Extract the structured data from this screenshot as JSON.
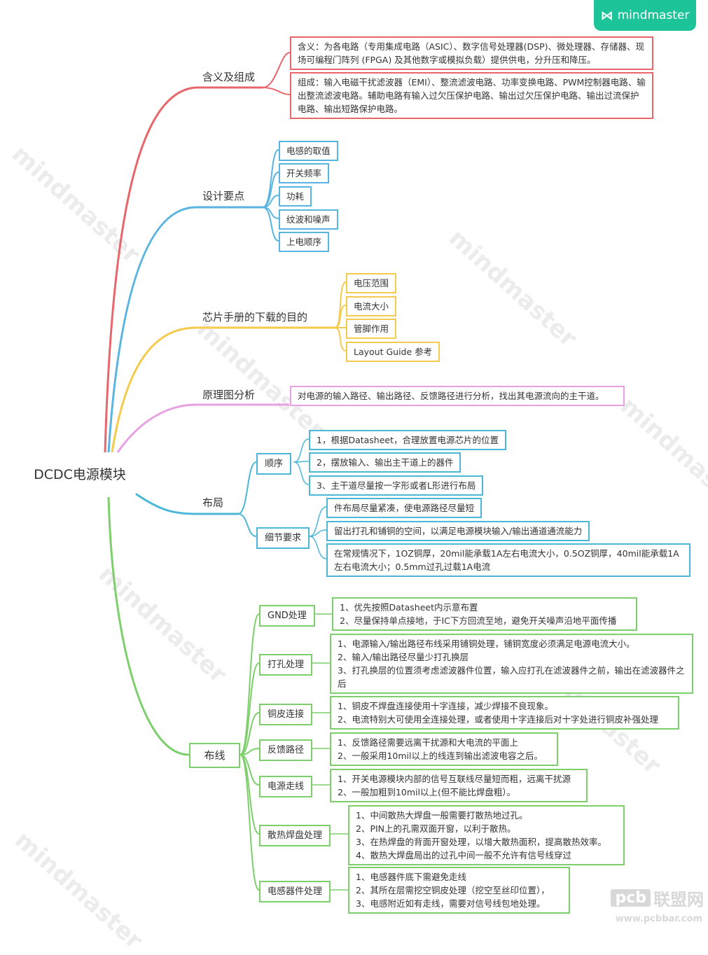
{
  "root": {
    "label": "DCDC电源模块"
  },
  "brand": {
    "name": "mindmaster",
    "watermark": "mindmaster"
  },
  "corner_watermark": {
    "badge": "pcb",
    "text": "联盟网",
    "url": "www.pcbbar.com"
  },
  "colors": {
    "red": "#e8666b",
    "blue": "#58b4e0",
    "yellow": "#f4cb4d",
    "pink": "#e8a0e0",
    "cyan": "#4bb8d8",
    "green": "#7ccf6a",
    "brand": "#1dc49a"
  },
  "branches": {
    "meaning": {
      "label": "含义及组成",
      "items": [
        "含义：为各电路（专用集成电路（ASIC）、数字信号处理器(DSP)、微处理器、存储器、现场可编程门阵列 (FPGA) 及其他数字或模拟负载）提供供电，分升压和降压。",
        "组成：输入电磁干扰滤波器（EMI）、整流滤波电路、功率变换电路、PWM控制器电路、输出整流滤波电路。辅助电路有输入过欠压保护电路、输出过欠压保护电路、输出过流保护电路、输出短路保护电路。"
      ]
    },
    "design": {
      "label": "设计要点",
      "items": [
        "电感的取值",
        "开关频率",
        "功耗",
        "纹波和噪声",
        "上电顺序"
      ]
    },
    "datasheet": {
      "label": "芯片手册的下载的目的",
      "items": [
        "电压范围",
        "电流大小",
        "管脚作用",
        "Layout Guide 参考"
      ]
    },
    "schematic": {
      "label": "原理图分析",
      "items": [
        "对电源的输入路径、输出路径、反馈路径进行分析，找出其电源流向的主干道。"
      ]
    },
    "layout": {
      "label": "布局",
      "order": {
        "label": "顺序",
        "items": [
          "1，根据Datasheet，合理放置电源芯片的位置",
          "2，摆放输入、输出主干道上的器件",
          "3、主干道尽量按一字形或者L形进行布局"
        ]
      },
      "detail": {
        "label": "细节要求",
        "items": [
          "件布局尽量紧凑，使电源路径尽量短",
          "留出打孔和铺铜的空间，以满足电源模块输入/输出通道通流能力",
          "在常规情况下，1OZ铜厚，20mil能承载1A左右电流大小，0.5OZ铜厚，40mil能承载1A左右电流大小；0.5mm过孔过载1A电流"
        ]
      }
    },
    "routing": {
      "label": "布线",
      "groups": [
        {
          "label": "GND处理",
          "lines": [
            "1、优先按照Datasheet内示意布置",
            "2、尽量保持单点接地，于IC下方回流至地，避免开关噪声沿地平面传播"
          ]
        },
        {
          "label": "打孔处理",
          "lines": [
            "1、电源输入/输出路径布线采用铺铜处理，铺铜宽度必须满足电源电流大小。",
            "2、输入/输出路径尽量少打孔换层",
            "3、打孔换层的位置须考虑滤波器件位置，输入应打孔在滤波器件之前，输出在滤波器件之后"
          ]
        },
        {
          "label": "铜皮连接",
          "lines": [
            "1、铜皮不焊盘连接使用十字连接，减少焊接不良现象。",
            "2、电流特别大可使用全连接处理，或者使用十字连接后对十字处进行铜皮补强处理"
          ]
        },
        {
          "label": "反馈路径",
          "lines": [
            "1、反馈路径需要远离干扰源和大电流的平面上",
            "2、一般采用10mil以上的线连到输出滤波电容之后。"
          ]
        },
        {
          "label": "电源走线",
          "lines": [
            "1、开关电源模块内部的信号互联线尽量短而粗，远离干扰源",
            "2、一般加粗到10mil以上(但不能比焊盘粗）。"
          ]
        },
        {
          "label": "散热焊盘处理",
          "lines": [
            "1、中间散热大焊盘一般需要打散热地过孔。",
            "2、PIN上的孔需双面开窗，以利于散热。",
            "3、在热焊盘的背面开窗处理，以增大散热面积，提高散热效率。",
            "4、散热大焊盘局出的过孔中间一般不允许有信号线穿过"
          ]
        },
        {
          "label": "电感器件处理",
          "lines": [
            "1、电感器件底下需避免走线",
            "2、其所在层需挖空铜皮处理（挖空至丝印位置），",
            "3、电感附近如有走线，需要对信号线包地处理。"
          ]
        }
      ]
    }
  }
}
